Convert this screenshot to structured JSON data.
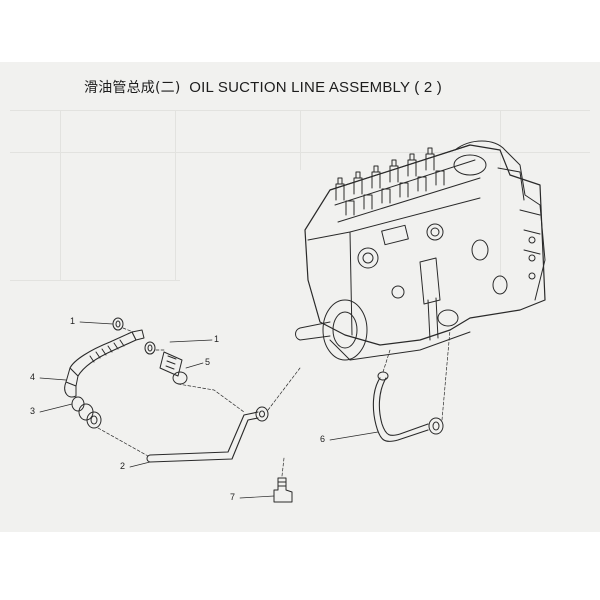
{
  "title": {
    "cn": "滑油管总成(二)",
    "en": "OIL SUCTION LINE ASSEMBLY ( 2 )"
  },
  "callouts": [
    {
      "id": "callout-1-top",
      "label": "1"
    },
    {
      "id": "callout-1-right",
      "label": "1"
    },
    {
      "id": "callout-5",
      "label": "5"
    },
    {
      "id": "callout-4",
      "label": "4"
    },
    {
      "id": "callout-3",
      "label": "3"
    },
    {
      "id": "callout-2",
      "label": "2"
    },
    {
      "id": "callout-6",
      "label": "6"
    },
    {
      "id": "callout-7",
      "label": "7"
    }
  ],
  "colors": {
    "ink": "#2a2a2a",
    "paper": "#f1f1ef"
  }
}
